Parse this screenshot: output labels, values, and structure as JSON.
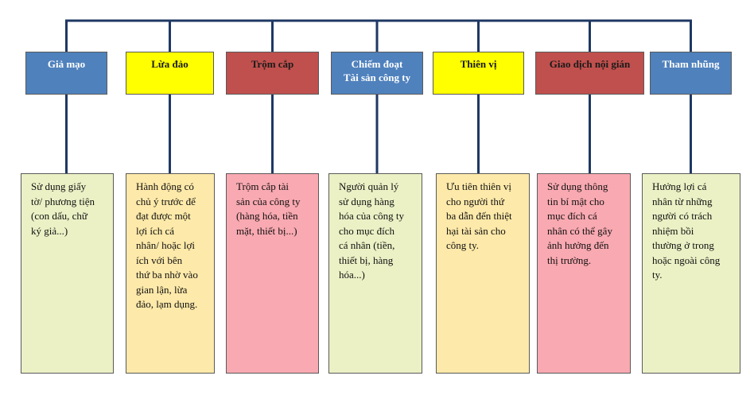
{
  "colors": {
    "connector": "#1f3864",
    "blue": "#4f81bd",
    "yellow": "#ffff00",
    "red": "#c0504d",
    "desc_green": "#ebf1c5",
    "desc_peach": "#fde9a9",
    "desc_pink": "#f9a9b1"
  },
  "categories": [
    {
      "title": [
        "Giả mạo"
      ],
      "color": "blue",
      "desc": [
        "Sử dụng giấy",
        "tờ/ phương tiện",
        "(con dấu, chữ",
        "ký giả...)"
      ],
      "desc_color": "desc_green"
    },
    {
      "title": [
        "Lừa đảo"
      ],
      "color": "yellow",
      "desc": [
        "Hành động có",
        "chủ ý trước để",
        "đạt được một",
        "lợi ích cá",
        "nhân/ hoặc lợi",
        "ích với bên",
        "thứ ba nhờ vào",
        "gian lận, lừa",
        "đảo, lạm dụng."
      ],
      "desc_color": "desc_peach"
    },
    {
      "title": [
        "Trộm cắp"
      ],
      "color": "red",
      "desc": [
        "Trộm cắp tài",
        "sản của công ty",
        "(hàng hóa, tiền",
        "mặt, thiết bị...)"
      ],
      "desc_color": "desc_pink"
    },
    {
      "title": [
        "Chiếm đoạt",
        "Tài sản công ty"
      ],
      "color": "blue",
      "desc": [
        "Người quản lý",
        "sử dụng hàng",
        "hóa của công ty",
        "cho mục đích",
        "cá nhân (tiền,",
        "thiết bị, hàng",
        "hóa...)"
      ],
      "desc_color": "desc_green"
    },
    {
      "title": [
        "Thiên vị"
      ],
      "color": "yellow",
      "desc": [
        "Ưu tiên thiên vị",
        "cho người thứ",
        "ba dẫn đến thiệt",
        "hại tài sản cho",
        "công ty."
      ],
      "desc_color": "desc_peach"
    },
    {
      "title": [
        "Giao dịch nội gián"
      ],
      "color": "red",
      "desc": [
        "Sử dụng thông",
        "tin bí mật cho",
        "mục đích cá",
        "nhân có thể gây",
        "ảnh hưởng đến",
        "thị trường."
      ],
      "desc_color": "desc_pink"
    },
    {
      "title": [
        "Tham nhũng"
      ],
      "color": "blue",
      "desc": [
        "Hưởng lợi cá",
        "nhân từ những",
        "người có trách",
        "nhiệm bồi",
        "thường ở trong",
        "hoặc ngoài công",
        "ty."
      ],
      "desc_color": "desc_green"
    }
  ]
}
